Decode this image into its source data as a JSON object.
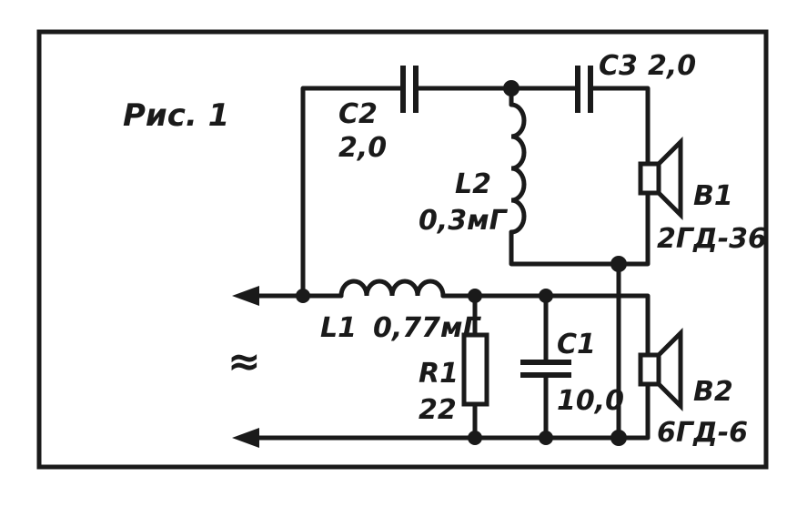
{
  "figure": {
    "title": "Рис. 1",
    "input_symbol": "≈"
  },
  "components": {
    "c1": {
      "ref": "C1",
      "value": "10,0"
    },
    "c2": {
      "ref": "C2",
      "value": "2,0"
    },
    "c3": {
      "ref": "C3",
      "value": "2,0"
    },
    "l1": {
      "ref": "L1",
      "value": "0,77мГ"
    },
    "l2": {
      "ref": "L2",
      "value": "0,3мГ"
    },
    "r1": {
      "ref": "R1",
      "value": "22"
    },
    "b1": {
      "ref": "B1",
      "value": "2ГД-36"
    },
    "b2": {
      "ref": "B2",
      "value": "6ГД-6"
    }
  }
}
